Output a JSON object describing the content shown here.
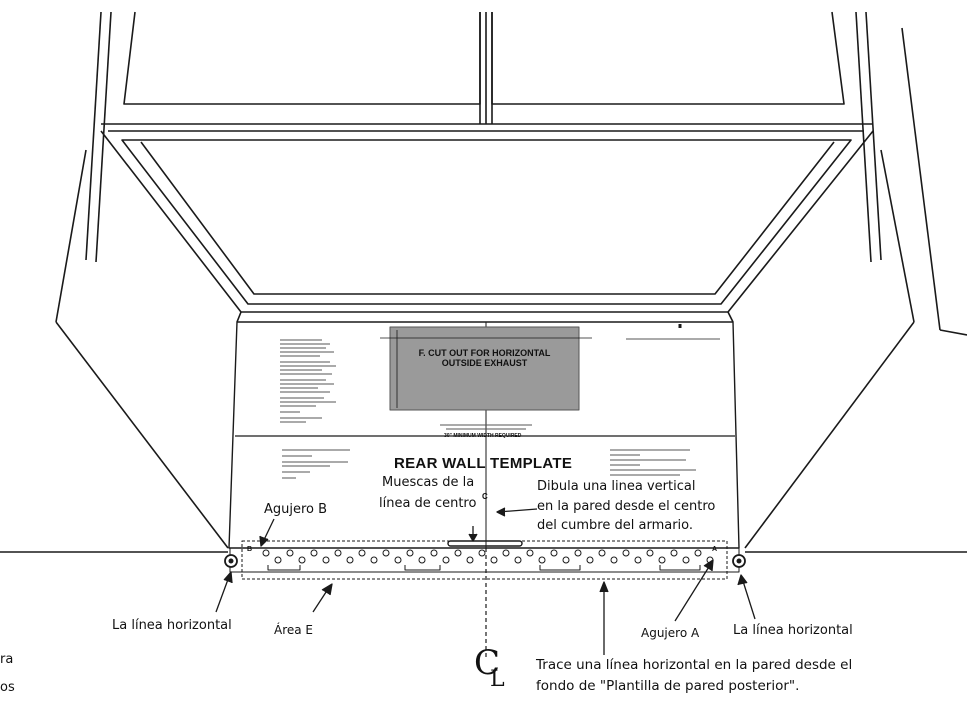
{
  "template": {
    "cutout_line1": "F. CUT OUT FOR HORIZONTAL",
    "cutout_line2": "OUTSIDE EXHAUST",
    "title": "REAR WALL TEMPLATE",
    "min_width": "30\" MINIMUM WIDTH REQUIRED",
    "hole_b_mark": "B",
    "hole_a_mark": "A",
    "center_mark": "C"
  },
  "labels": {
    "agujero_b": "Agujero B",
    "muescas_1": "Muescas de la",
    "muescas_2": "línea de centro",
    "dibuja_1": "Dibula una linea vertical",
    "dibuja_2": "en la pared desde el centro",
    "dibuja_3": "del cumbre del armario.",
    "linea_horizontal_left": "La línea horizontal",
    "area_e": "Área E",
    "agujero_a": "Agujero A",
    "linea_horizontal_right": "La línea horizontal",
    "trace_1": "Trace una línea horizontal en la pared desde el",
    "trace_2": "fondo de \"Plantilla de pared posterior\".",
    "cl_main": "C",
    "cl_sub": "L",
    "edge_1": "ra",
    "edge_2": "os"
  }
}
